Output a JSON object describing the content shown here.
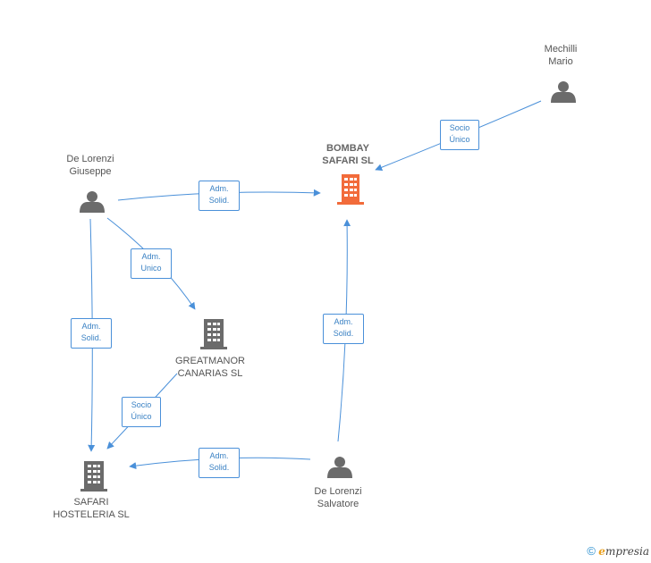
{
  "colors": {
    "edge": "#4a90d9",
    "person": "#6b6b6b",
    "company": "#6b6b6b",
    "focus_company": "#f26b3a"
  },
  "nodes": {
    "bombay": {
      "label_1": "BOMBAY",
      "label_2": "SAFARI SL",
      "icon": "building-icon-focus"
    },
    "mechilli": {
      "label_1": "Mechilli",
      "label_2": "Mario",
      "icon": "person-icon"
    },
    "giuseppe": {
      "label_1": "De Lorenzi",
      "label_2": "Giuseppe",
      "icon": "person-icon"
    },
    "greatmanor": {
      "label_1": "GREATMANOR",
      "label_2": "CANARIAS SL",
      "icon": "building-icon"
    },
    "safari_hosteleria": {
      "label_1": "SAFARI",
      "label_2": "HOSTELERIA SL",
      "icon": "building-icon"
    },
    "salvatore": {
      "label_1": "De Lorenzi",
      "label_2": "Salvatore",
      "icon": "person-icon"
    }
  },
  "edges": {
    "mechilli_bombay": {
      "line1": "Socio",
      "line2": "Único"
    },
    "giuseppe_bombay": {
      "line1": "Adm.",
      "line2": "Solid."
    },
    "giuseppe_greatmanor": {
      "line1": "Adm.",
      "line2": "Unico"
    },
    "giuseppe_safari": {
      "line1": "Adm.",
      "line2": "Solid."
    },
    "greatmanor_safari": {
      "line1": "Socio",
      "line2": "Único"
    },
    "salvatore_bombay": {
      "line1": "Adm.",
      "line2": "Solid."
    },
    "salvatore_safari": {
      "line1": "Adm.",
      "line2": "Solid."
    }
  },
  "footer": {
    "copyright": "©",
    "brand_initial": "e",
    "brand_rest": "mpresia"
  }
}
